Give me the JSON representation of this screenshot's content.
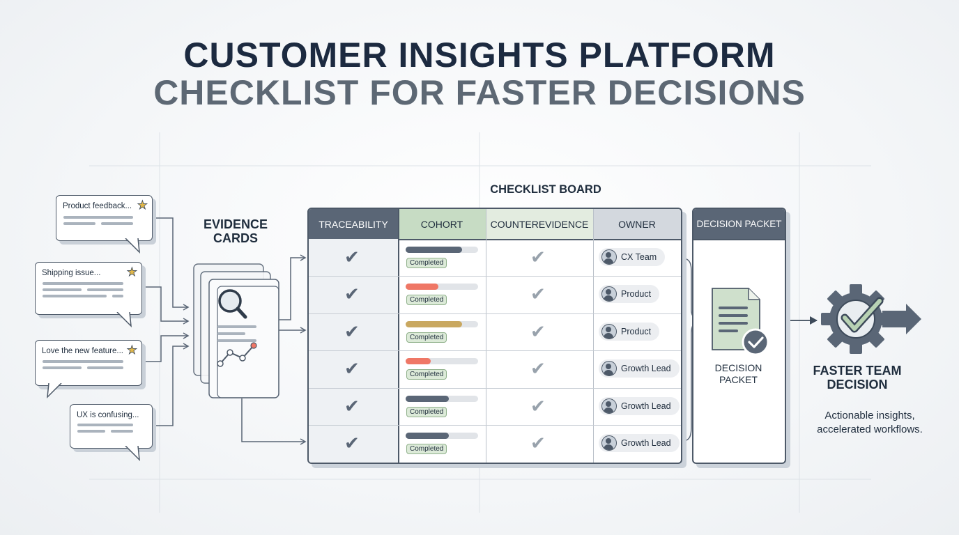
{
  "title": {
    "line1": "CUSTOMER INSIGHTS PLATFORM",
    "line2": "CHECKLIST FOR FASTER DECISIONS"
  },
  "feedback": [
    {
      "text": "Product feedback...",
      "starred": true
    },
    {
      "text": "Shipping issue...",
      "starred": true
    },
    {
      "text": "Love the new feature...",
      "starred": true
    },
    {
      "text": "UX is confusing...",
      "starred": false
    }
  ],
  "evidence": {
    "label": "EVIDENCE CARDS"
  },
  "board": {
    "label": "CHECKLIST BOARD",
    "columns": [
      "TRACEABILITY",
      "COHORT",
      "COUNTEREVIDENCE",
      "OWNER"
    ],
    "rows": [
      {
        "traceability": true,
        "cohort_progress": 0.78,
        "cohort_color": "#5a6676",
        "cohort_status": "Completed",
        "counterevidence": true,
        "owner": "CX Team"
      },
      {
        "traceability": true,
        "cohort_progress": 0.45,
        "cohort_color": "#ef7766",
        "cohort_status": "Completed",
        "counterevidence": true,
        "owner": "Product"
      },
      {
        "traceability": true,
        "cohort_progress": 0.78,
        "cohort_color": "#c9a860",
        "cohort_status": "Completed",
        "counterevidence": true,
        "owner": "Product"
      },
      {
        "traceability": true,
        "cohort_progress": 0.35,
        "cohort_color": "#ef7766",
        "cohort_status": "Completed",
        "counterevidence": true,
        "owner": "Growth Lead"
      },
      {
        "traceability": true,
        "cohort_progress": 0.6,
        "cohort_color": "#5a6676",
        "cohort_status": "Completed",
        "counterevidence": true,
        "owner": "Growth Lead"
      },
      {
        "traceability": true,
        "cohort_progress": 0.6,
        "cohort_color": "#5a6676",
        "cohort_status": "Completed",
        "counterevidence": true,
        "owner": "Growth Lead"
      }
    ]
  },
  "packet": {
    "header": "DECISION PACKET",
    "label": "DECISION PACKET"
  },
  "result": {
    "title": "FASTER TEAM DECISION",
    "subtitle": "Actionable insights, accelerated workflows."
  },
  "colors": {
    "navy": "#1c2a40",
    "slate": "#5a6676",
    "sage": "#cfe0cc",
    "header_gray": "#d3d8de",
    "check_dark": "#5a6676",
    "check_light": "#98a2ac"
  }
}
